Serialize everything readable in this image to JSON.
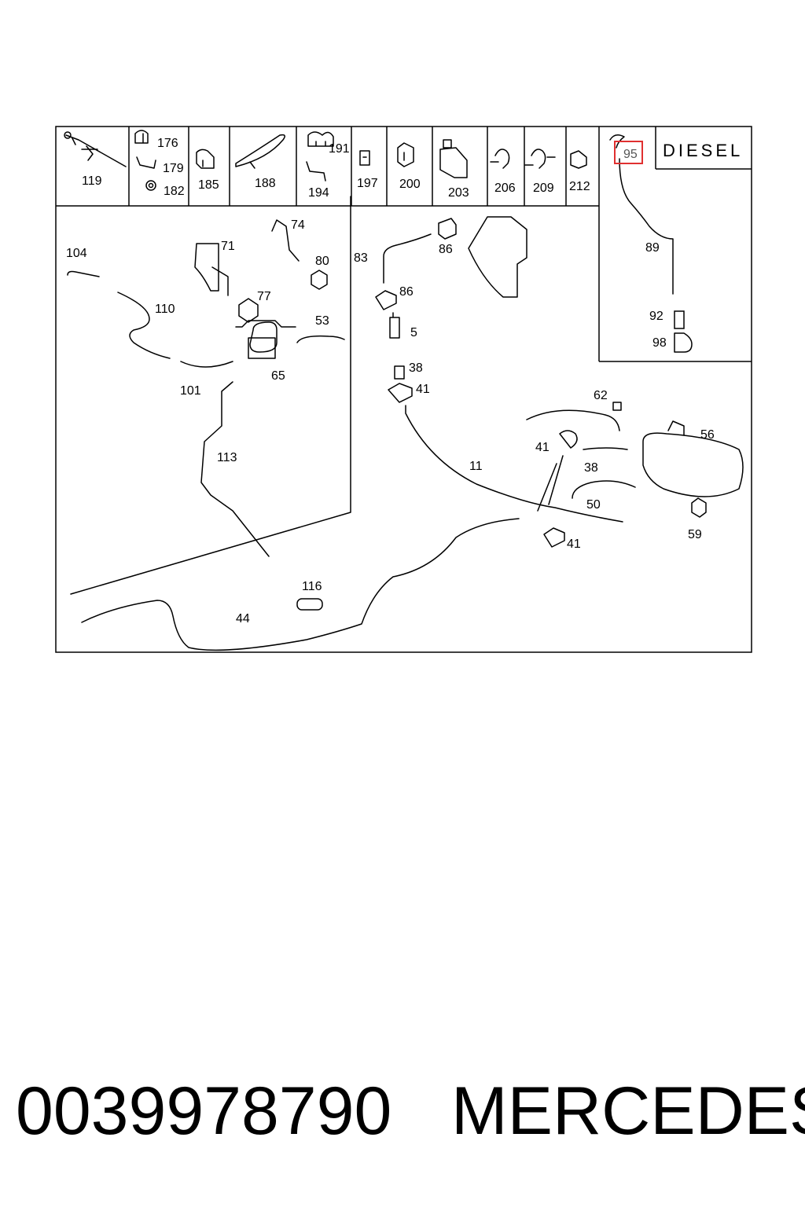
{
  "header_labels": [
    "119",
    "176",
    "179",
    "182",
    "185",
    "188",
    "191",
    "194",
    "197",
    "200",
    "203",
    "206",
    "209",
    "212"
  ],
  "inset": {
    "title": "DIESEL",
    "labels": [
      "95",
      "89",
      "92",
      "98"
    ],
    "highlighted_label": "95",
    "highlight_color": "#e03030"
  },
  "main_labels": [
    "104",
    "110",
    "101",
    "71",
    "74",
    "80",
    "77",
    "65",
    "53",
    "113",
    "83",
    "86",
    "86",
    "5",
    "38",
    "41",
    "11",
    "62",
    "56",
    "41",
    "38",
    "50",
    "41",
    "59",
    "116",
    "44"
  ],
  "footer": {
    "part_number": "0039978790",
    "brand": "MERCEDES"
  }
}
